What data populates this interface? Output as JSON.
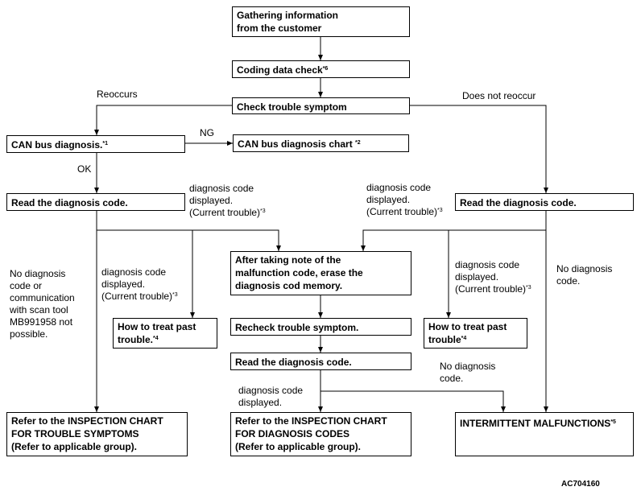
{
  "boxes": {
    "gather": {
      "text": "Gathering information\nfrom the customer",
      "sup": ""
    },
    "coding": {
      "text": "Coding data check",
      "sup": "*6"
    },
    "symptom": {
      "text": "Check trouble symptom",
      "sup": ""
    },
    "can_diag": {
      "text": "CAN bus diagnosis.",
      "sup": "*1"
    },
    "can_chart": {
      "text": "CAN bus diagnosis chart ",
      "sup": "*2"
    },
    "read_left": {
      "text": "Read the diagnosis code.",
      "sup": ""
    },
    "read_right": {
      "text": "Read the diagnosis code.",
      "sup": ""
    },
    "erase": {
      "text": "After taking note of the\nmalfunction code, erase the\ndiagnosis cod memory.",
      "sup": ""
    },
    "past_left": {
      "text": "How to treat past\ntrouble.",
      "sup": "*4"
    },
    "past_right": {
      "text": "How to treat past\ntrouble",
      "sup": "*4"
    },
    "recheck": {
      "text": "Recheck trouble symptom.",
      "sup": ""
    },
    "read_mid": {
      "text": "Read the diagnosis code.",
      "sup": ""
    },
    "insp_symptoms": {
      "text": "Refer to the INSPECTION CHART\nFOR TROUBLE SYMPTOMS\n(Refer to applicable group).",
      "sup": ""
    },
    "insp_codes": {
      "text": "Refer to the INSPECTION CHART\nFOR DIAGNOSIS CODES\n(Refer to applicable group).",
      "sup": ""
    },
    "intermittent": {
      "text": "INTERMITTENT MALFUNCTIONS",
      "sup": "*5"
    }
  },
  "labels": {
    "reoccurs": {
      "text": "Reoccurs",
      "sup": ""
    },
    "not_reoccur": {
      "text": "Does not reoccur",
      "sup": ""
    },
    "ng": {
      "text": "NG",
      "sup": ""
    },
    "ok": {
      "text": "OK",
      "sup": ""
    },
    "dc_top_left": {
      "text": "diagnosis code\ndisplayed.\n(Current trouble)",
      "sup": "*3"
    },
    "dc_top_right": {
      "text": "diagnosis code\ndisplayed.\n(Current trouble)",
      "sup": "*3"
    },
    "no_comm": {
      "text": "No diagnosis\ncode or\ncommunication\nwith scan tool\nMB991958 not\npossible.",
      "sup": ""
    },
    "dc_mid_left": {
      "text": "diagnosis  code\ndisplayed.\n(Current trouble)",
      "sup": "*3"
    },
    "dc_mid_right": {
      "text": "diagnosis code\ndisplayed.\n(Current trouble)",
      "sup": "*3"
    },
    "no_dc_right": {
      "text": "No diagnosis\ncode.",
      "sup": ""
    },
    "no_dc_mid": {
      "text": "No diagnosis\ncode.",
      "sup": ""
    },
    "dc_bottom": {
      "text": "diagnosis  code\ndisplayed.",
      "sup": ""
    }
  },
  "figure_id": "AC704160"
}
